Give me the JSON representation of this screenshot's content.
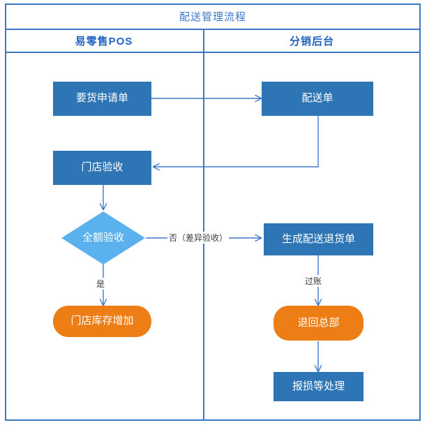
{
  "diagram": {
    "title": "配送管理流程",
    "type": "swimlane-flowchart",
    "lanes": [
      {
        "id": "pos",
        "label": "易零售POS"
      },
      {
        "id": "distro",
        "label": "分销后台"
      }
    ],
    "colors": {
      "process": "#2E75B6",
      "decision": "#5BB0EE",
      "terminator": "#ED7D15",
      "border": "#3C78C8",
      "connector": "#3C78C8",
      "title_text": "#3C78C8",
      "lane_header_text": "#1F63C4",
      "node_text": "#FFFFFF",
      "edge_label_text": "#3B3B3B"
    },
    "nodes": [
      {
        "id": "n1",
        "lane": "pos",
        "shape": "process",
        "label": "要货申请单"
      },
      {
        "id": "n2",
        "lane": "distro",
        "shape": "process",
        "label": "配送单"
      },
      {
        "id": "n3",
        "lane": "pos",
        "shape": "process",
        "label": "门店验收"
      },
      {
        "id": "n4",
        "lane": "pos",
        "shape": "decision",
        "label": "全额验收"
      },
      {
        "id": "n5",
        "lane": "distro",
        "shape": "process",
        "label": "生成配送退货单"
      },
      {
        "id": "n6",
        "lane": "pos",
        "shape": "terminator",
        "label": "门店库存增加"
      },
      {
        "id": "n7",
        "lane": "distro",
        "shape": "terminator",
        "label": "退回总部"
      },
      {
        "id": "n8",
        "lane": "distro",
        "shape": "process",
        "label": "报损等处理"
      }
    ],
    "edges": [
      {
        "id": "e1",
        "from": "n1",
        "to": "n2",
        "label": ""
      },
      {
        "id": "e2",
        "from": "n2",
        "to": "n3",
        "label": ""
      },
      {
        "id": "e3",
        "from": "n3",
        "to": "n4",
        "label": ""
      },
      {
        "id": "e4",
        "from": "n4",
        "to": "n5",
        "label": "否（差异验收）"
      },
      {
        "id": "e5",
        "from": "n4",
        "to": "n6",
        "label": "是"
      },
      {
        "id": "e6",
        "from": "n5",
        "to": "n7",
        "label": "过账"
      },
      {
        "id": "e7",
        "from": "n7",
        "to": "n8",
        "label": ""
      }
    ],
    "edge_labels": {
      "no_branch": "否（差异验收）",
      "yes_branch": "是",
      "posting": "过账"
    }
  }
}
